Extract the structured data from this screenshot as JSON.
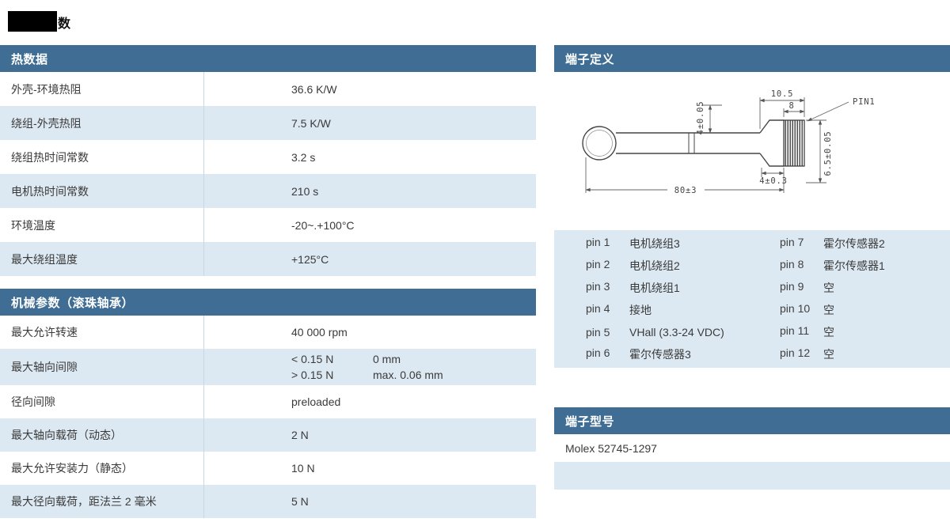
{
  "page": {
    "title_suffix": "数"
  },
  "colors": {
    "header_blue": "#3f6d93",
    "row_alt": "#dde9f2"
  },
  "thermal": {
    "header": "热数据",
    "rows": [
      {
        "label": "外壳-环境热阻",
        "value": "36.6 K/W"
      },
      {
        "label": "绕组-外壳热阻",
        "value": "7.5  K/W"
      },
      {
        "label": "绕组热时间常数",
        "value": "3.2 s"
      },
      {
        "label": "电机热时间常数",
        "value": "210 s"
      },
      {
        "label": "环境温度",
        "value": "-20~.+100°C"
      },
      {
        "label": "最大绕组温度",
        "value": "+125°C"
      }
    ]
  },
  "mechanical": {
    "header": "机械参数（滚珠轴承）",
    "rows": [
      {
        "label": "最大允许转速",
        "value": "40 000 rpm"
      },
      {
        "label": "最大轴向间隙",
        "line1_col1": "< 0.15 N",
        "line1_col2": "0 mm",
        "line2_col1": "> 0.15 N",
        "line2_col2": "max. 0.06 mm"
      },
      {
        "label": "径向间隙",
        "value": "preloaded"
      },
      {
        "label": "最大轴向载荷（动态）",
        "value": "2 N"
      },
      {
        "label": "最大允许安装力（静态）",
        "value": "10 N"
      },
      {
        "label": "最大径向载荷，距法兰 2 毫米",
        "value": "5 N"
      }
    ]
  },
  "terminal_definition": {
    "header": "端子定义",
    "drawing": {
      "dim_width_outer": "10.5",
      "dim_width_inner": "8",
      "pin_callout": "PIN1",
      "dim_shaft": "4±0.05",
      "dim_neck": "4±0.3",
      "dim_total_length": "80±3",
      "dim_height": "6.5±0.05"
    },
    "pins_left": [
      {
        "pin": "pin 1",
        "label": "电机绕组3"
      },
      {
        "pin": "pin 2",
        "label": "电机绕组2"
      },
      {
        "pin": "pin 3",
        "label": "电机绕组1"
      },
      {
        "pin": "pin 4",
        "label": "接地"
      },
      {
        "pin": "pin 5",
        "label": "VHall (3.3-24 VDC)"
      },
      {
        "pin": "pin 6",
        "label": "霍尔传感器3"
      }
    ],
    "pins_right": [
      {
        "pin": "pin 7",
        "label": "霍尔传感器2"
      },
      {
        "pin": "pin 8",
        "label": "霍尔传感器1"
      },
      {
        "pin": "pin 9",
        "label": "空"
      },
      {
        "pin": "pin 10",
        "label": "空"
      },
      {
        "pin": "pin 11",
        "label": "空"
      },
      {
        "pin": "pin 12",
        "label": "空"
      }
    ]
  },
  "terminal_model": {
    "header": "端子型号",
    "value": "Molex 52745-1297"
  }
}
